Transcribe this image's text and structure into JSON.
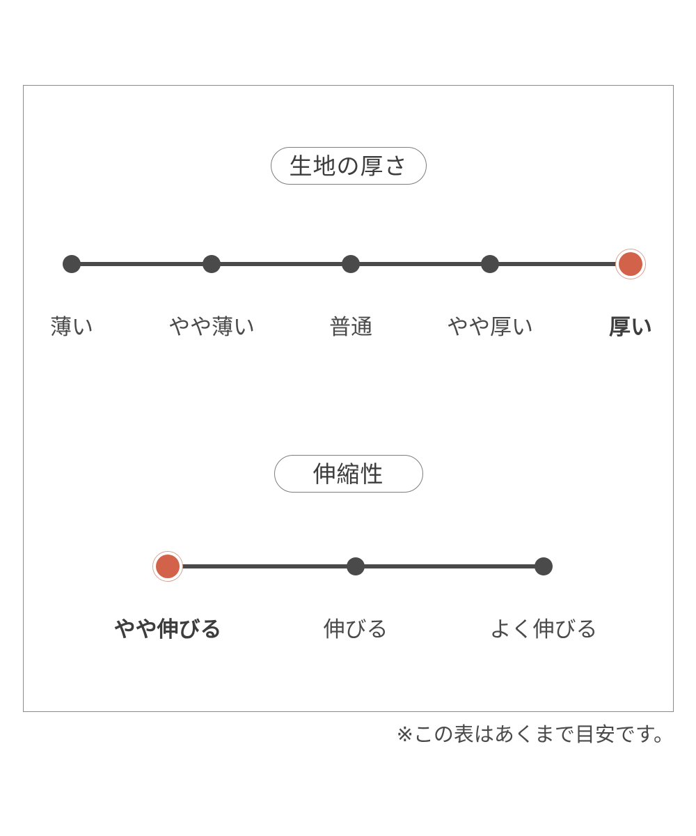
{
  "footnote": "※この表はあくまで目安です。",
  "colors": {
    "selected": "#d2634a",
    "selected_ring": "#d79e8d",
    "dot": "#4a4a4a",
    "track": "#4a4a4a",
    "frame_border": "#8a8a8a",
    "text": "#4a4a4a",
    "background": "#ffffff"
  },
  "chart_data": {
    "type": "scatter",
    "title": "",
    "charts": [
      {
        "title": "生地の厚さ",
        "categories": [
          "薄い",
          "やや薄い",
          "普通",
          "やや厚い",
          "厚い"
        ],
        "values": [
          0,
          1,
          2,
          3,
          4
        ],
        "selected_index": 4,
        "selected_label": "厚い",
        "xlabel": "",
        "ylabel": "",
        "grid": false,
        "legend": "none"
      },
      {
        "title": "伸縮性",
        "categories": [
          "やや伸びる",
          "伸びる",
          "よく伸びる"
        ],
        "values": [
          0,
          1,
          2
        ],
        "selected_index": 0,
        "selected_label": "やや伸びる",
        "xlabel": "",
        "ylabel": "",
        "grid": false,
        "legend": "none"
      }
    ]
  },
  "sections": [
    {
      "heading": "生地の厚さ",
      "ticks": [
        {
          "label": "薄い",
          "selected": false
        },
        {
          "label": "やや薄い",
          "selected": false
        },
        {
          "label": "普通",
          "selected": false
        },
        {
          "label": "やや厚い",
          "selected": false
        },
        {
          "label": "厚い",
          "selected": true
        }
      ]
    },
    {
      "heading": "伸縮性",
      "ticks": [
        {
          "label": "やや伸びる",
          "selected": true
        },
        {
          "label": "伸びる",
          "selected": false
        },
        {
          "label": "よく伸びる",
          "selected": false
        }
      ]
    }
  ]
}
